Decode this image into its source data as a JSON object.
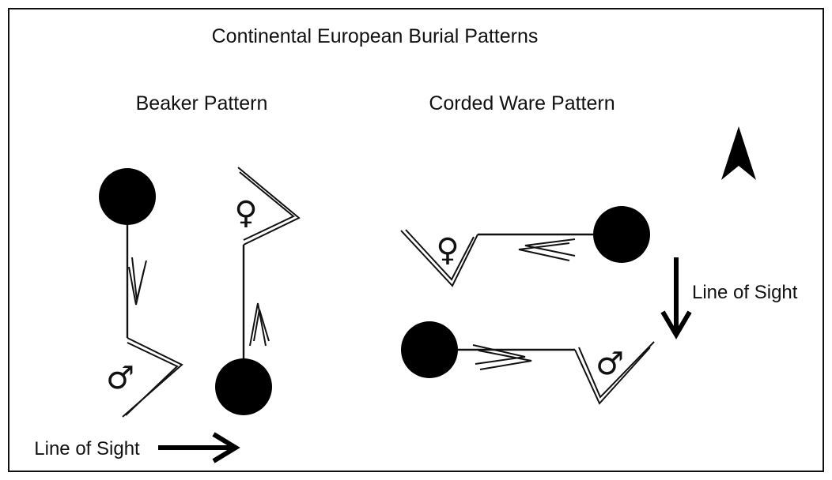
{
  "title": "Continental European Burial Patterns",
  "beaker": {
    "heading": "Beaker Pattern",
    "female_symbol": "♀",
    "male_symbol": "♂",
    "line_of_sight": "Line of Sight"
  },
  "corded_ware": {
    "heading": "Corded Ware Pattern",
    "female_symbol": "♀",
    "male_symbol": "♂",
    "line_of_sight": "Line of Sight"
  },
  "colors": {
    "ink": "#111111",
    "background": "#ffffff"
  }
}
